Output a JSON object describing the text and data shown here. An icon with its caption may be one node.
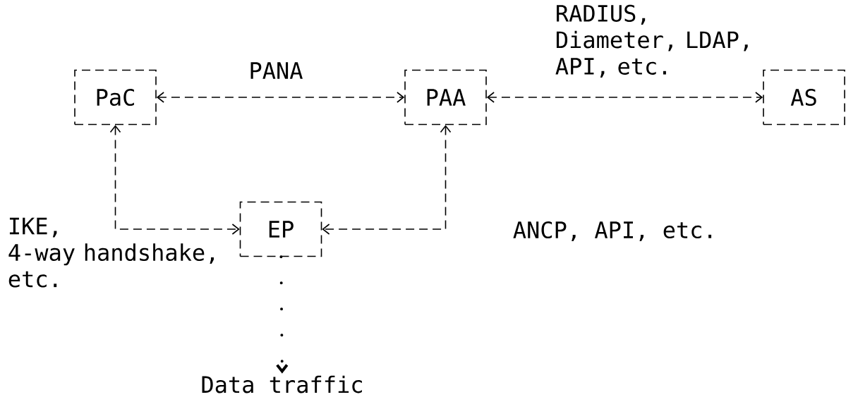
{
  "diagram": {
    "nodes": [
      {
        "text": [
          "PaC"
        ]
      },
      {
        "text": [
          "PAA"
        ]
      },
      {
        "text": [
          "AS"
        ]
      },
      {
        "text": [
          "EP"
        ]
      },
      {
        "text": [
          "Data traffic"
        ]
      }
    ],
    "edges": [
      {
        "from": 0,
        "to": 1,
        "arrow": "both",
        "label": "PANA"
      },
      {
        "from": 1,
        "to": 2,
        "arrow": "both",
        "label": "RADIUS, Diameter, LDAP, API, etc."
      },
      {
        "from": 0,
        "to": 3,
        "arrow": "both",
        "label": "IKE, 4-way handshake, etc."
      },
      {
        "from": 1,
        "to": 3,
        "arrow": "both",
        "label": "ANCP, API, etc."
      },
      {
        "from": 3,
        "to": 4,
        "arrow": "to",
        "style": "dashed"
      }
    ]
  }
}
